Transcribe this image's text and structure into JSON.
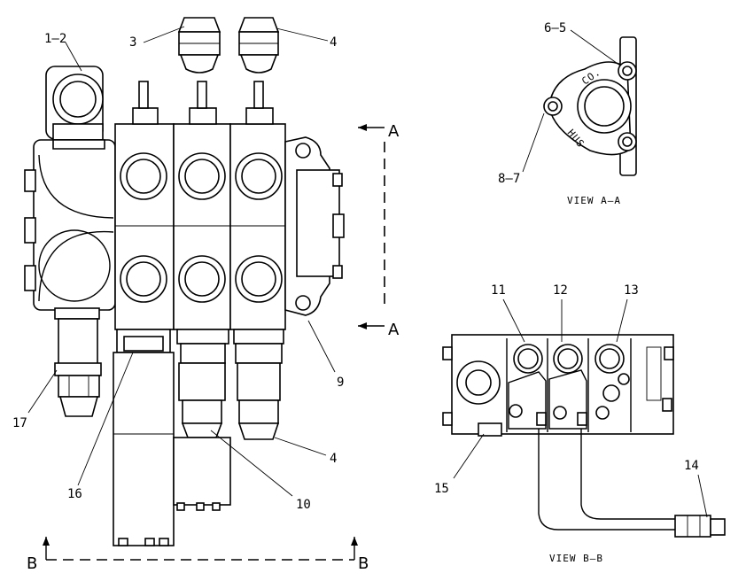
{
  "callouts": {
    "c1_2": "1–2",
    "c3": "3",
    "c4_top": "4",
    "c6_5": "6–5",
    "c8_7": "8–7",
    "c9": "9",
    "c10": "10",
    "c4_bottom": "4",
    "c11": "11",
    "c12": "12",
    "c13": "13",
    "c14": "14",
    "c15": "15",
    "c16": "16",
    "c17": "17"
  },
  "section_marks": {
    "a_top": "A",
    "a_bottom": "A",
    "b_left": "B",
    "b_right": "B"
  },
  "views": {
    "view_a": "VIEW  A–A",
    "view_b": "VIEW  B–B"
  },
  "casting_text": {
    "hus": "HUS",
    "co": "CO."
  }
}
